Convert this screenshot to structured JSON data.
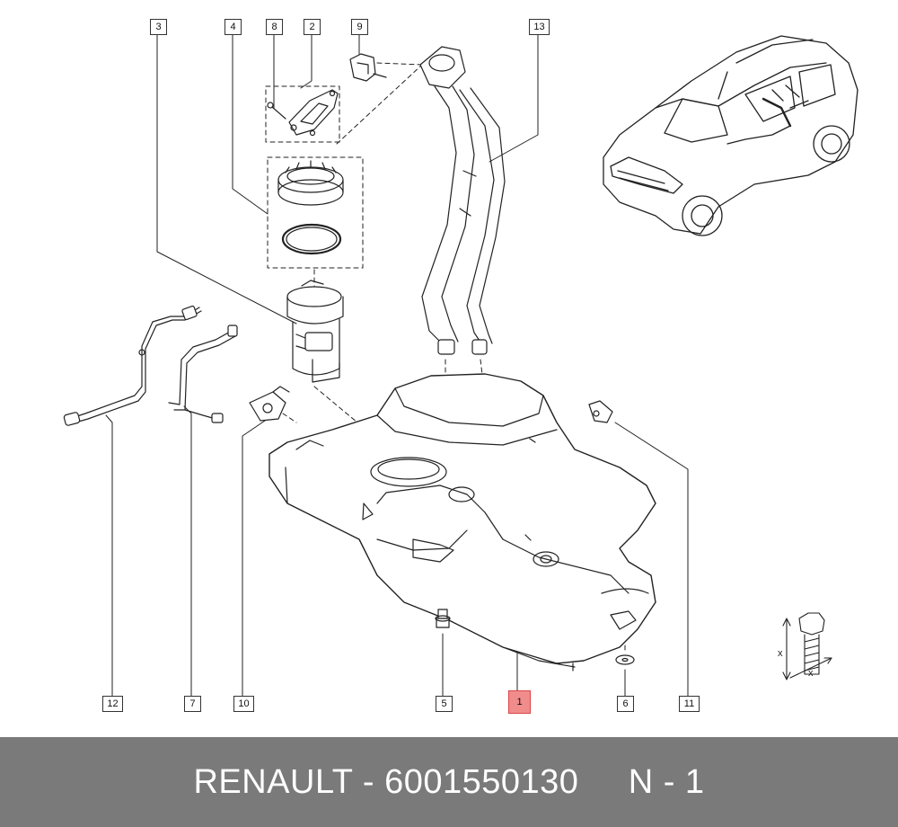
{
  "diagram": {
    "callouts": [
      {
        "id": "3",
        "label": "3"
      },
      {
        "id": "4",
        "label": "4"
      },
      {
        "id": "8",
        "label": "8"
      },
      {
        "id": "2",
        "label": "2"
      },
      {
        "id": "9",
        "label": "9"
      },
      {
        "id": "13",
        "label": "13"
      },
      {
        "id": "12",
        "label": "12"
      },
      {
        "id": "7",
        "label": "7"
      },
      {
        "id": "10",
        "label": "10"
      },
      {
        "id": "5",
        "label": "5"
      },
      {
        "id": "1",
        "label": "1",
        "highlighted": true
      },
      {
        "id": "6",
        "label": "6"
      },
      {
        "id": "11",
        "label": "11"
      }
    ],
    "dimension_labels": {
      "x1": "x",
      "x2": "x"
    },
    "highlight_color": "#f08c8c"
  },
  "footer": {
    "brand": "RENAULT",
    "part_number": "6001550130",
    "position": "N - 1",
    "text": "RENAULT - 6001550130     N - 1",
    "background": "#7a7a7a"
  }
}
